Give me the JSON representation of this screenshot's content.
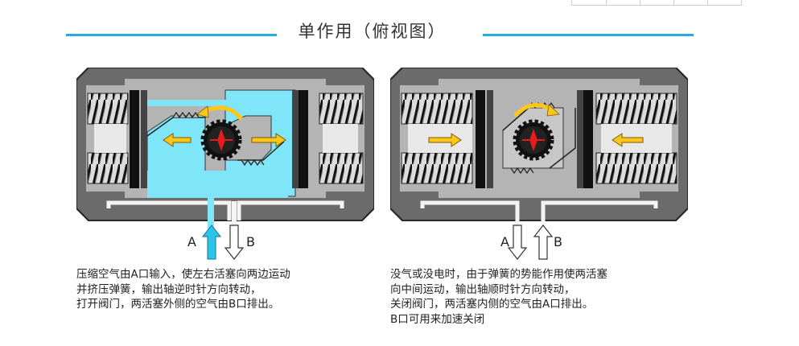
{
  "title": "单作用（俯视图）",
  "colors": {
    "accent_line": "#29a9e1",
    "air": "#7fe5f8",
    "arrow_fill": "#ffc61a",
    "housing": "#6b6b6b",
    "chamber": "#b4b4b4"
  },
  "left": {
    "port_a": "A",
    "port_b": "B",
    "caption": [
      "压缩空气由A口输入，使左右活塞向两边运动",
      "并挤压弹簧，输出轴逆时针方向转动，",
      "打开阀门，两活塞外侧的空气由B口排出。"
    ]
  },
  "right": {
    "port_a": "A",
    "port_b": "B",
    "caption": [
      "没气或没电时，由于弹簧的势能作用使两活塞",
      "向中间运动，输出轴顺时针方向转动，",
      "关闭阀门，两活塞内侧的空气由A口排出。",
      "B口可用来加速关闭"
    ]
  }
}
